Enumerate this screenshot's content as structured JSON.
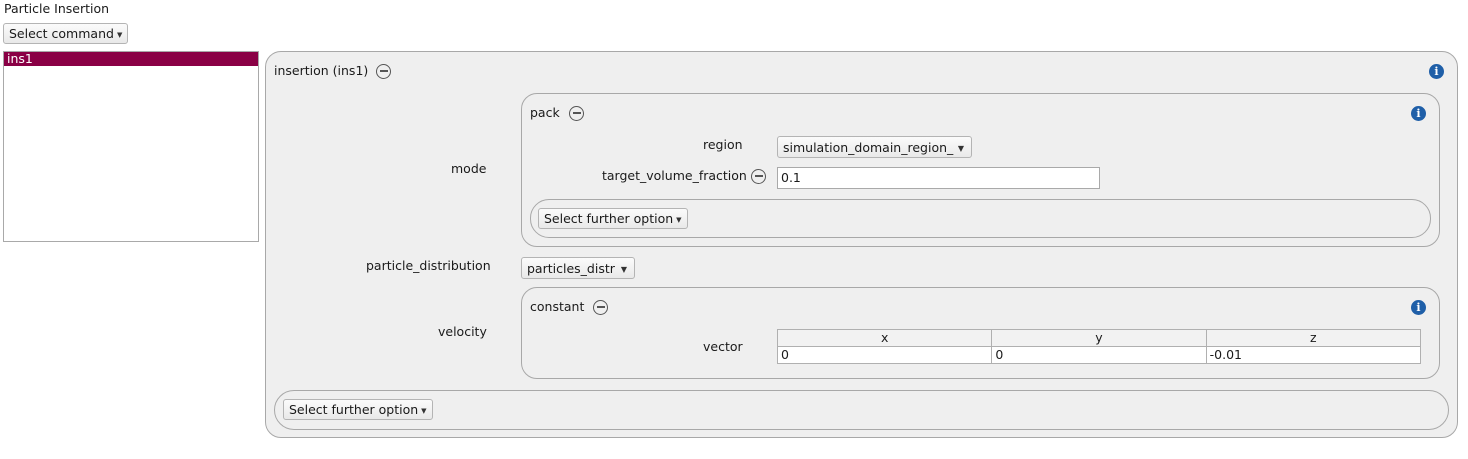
{
  "panel_title": "Particle Insertion",
  "select_command": {
    "label": "Select command"
  },
  "command_list": [
    {
      "label": "ins1",
      "selected": true
    }
  ],
  "insertion": {
    "header": "insertion (ins1)",
    "mode": {
      "label": "mode",
      "pack": {
        "header": "pack",
        "region_label": "region",
        "region_value": "simulation_domain_region_",
        "target_label": "target_volume_fraction",
        "target_value": "0.1",
        "further_option": "Select further option"
      }
    },
    "particle_distribution": {
      "label": "particle_distribution",
      "value": "particles_distr"
    },
    "velocity": {
      "label": "velocity",
      "constant": {
        "header": "constant",
        "vector_label": "vector",
        "columns": [
          "x",
          "y",
          "z"
        ],
        "values": [
          "0",
          "0",
          "-0.01"
        ]
      }
    },
    "further_option": "Select further option"
  },
  "icons": {
    "collapse": "minus-circle-icon",
    "info": "info-icon"
  },
  "colors": {
    "selection": "#8a0045",
    "info": "#1f5fa8",
    "group_bg": "#efefef"
  }
}
